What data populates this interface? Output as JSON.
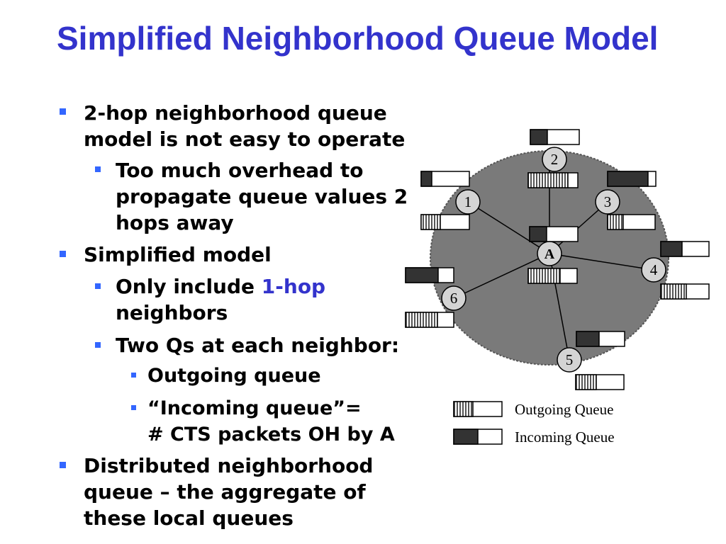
{
  "title": "Simplified Neighborhood Queue Model",
  "bullets": {
    "b1": "2-hop neighborhood queue model is not easy to operate",
    "b1a": "Too much overhead to propagate queue values 2 hops away",
    "b2": "Simplified model",
    "b2a_pre": "Only include ",
    "b2a_hl": "1-hop",
    "b2a_post": " neighbors",
    "b2b": "Two Qs at each neighbor:",
    "b2b1": "Outgoing queue",
    "b2b2_l1": "“Incoming queue”=",
    "b2b2_l2": "# CTS packets OH by A",
    "b3": "Distributed neighborhood queue – the aggregate of these local queues"
  },
  "diagram": {
    "center": "A",
    "nodes": [
      "1",
      "2",
      "3",
      "4",
      "5",
      "6"
    ],
    "legend": {
      "outgoing": "Outgoing Queue",
      "incoming": "Incoming Queue"
    }
  },
  "colors": {
    "title": "#3333cc",
    "bullet": "#3366ff",
    "highlight": "#3333cc",
    "region": "#7a7a7a",
    "incoming_fill": "#333333"
  }
}
